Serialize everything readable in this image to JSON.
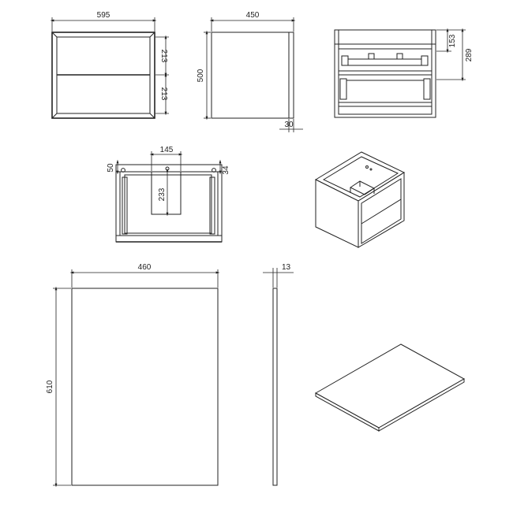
{
  "dimensions": {
    "front_width": "595",
    "front_drawer_top": "213",
    "front_drawer_bottom": "213",
    "side_depth": "450",
    "side_height": "500",
    "side_edge": "30",
    "back_top": "153",
    "back_total": "289",
    "top_center": "145",
    "top_left": "50",
    "top_right": "34",
    "top_depth": "233",
    "panel_width": "460",
    "panel_height": "610",
    "panel_thickness": "13"
  },
  "colors": {
    "line": "#222222",
    "background": "#ffffff"
  }
}
